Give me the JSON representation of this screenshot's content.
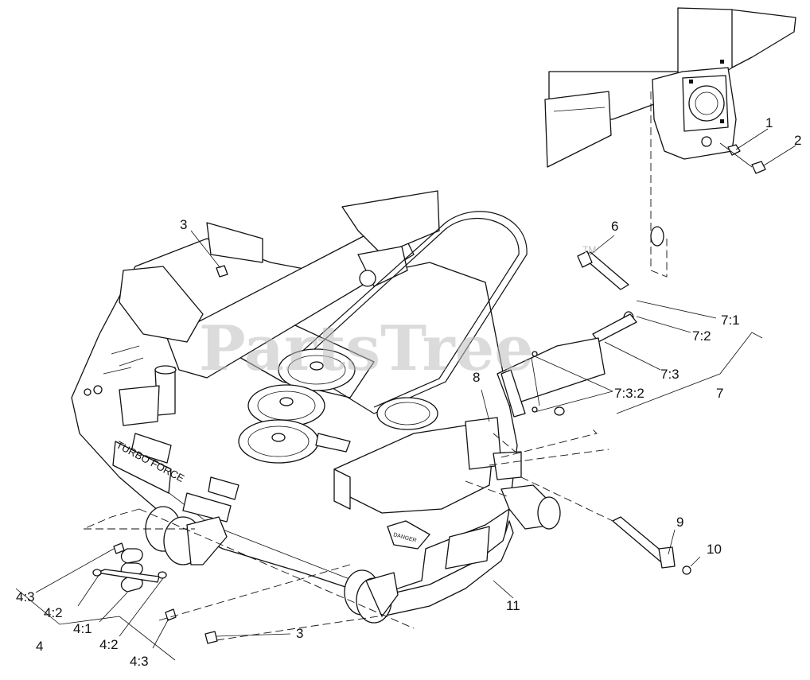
{
  "watermark": {
    "text": "PartsTree",
    "trademark": "TM"
  },
  "deck_text": {
    "turbo_force": "TURBO FORCE",
    "danger": "DANGER"
  },
  "callouts": {
    "part_1": "1",
    "part_2": "2",
    "part_3_upper": "3",
    "part_3_lower": "3",
    "part_6": "6",
    "part_7_1": "7:1",
    "part_7_2": "7:2",
    "part_7_3": "7:3",
    "part_7_3_2": "7:3:2",
    "part_7": "7",
    "part_8": "8",
    "part_9": "9",
    "part_10": "10",
    "part_11": "11",
    "part_4_3_top": "4:3",
    "part_4_2_top": "4:2",
    "part_4_1": "4:1",
    "part_4": "4",
    "part_4_2_bottom": "4:2",
    "part_4_3_bottom": "4:3"
  },
  "colors": {
    "line": "#111111",
    "watermark": "#bdbdbd",
    "background": "#ffffff"
  }
}
